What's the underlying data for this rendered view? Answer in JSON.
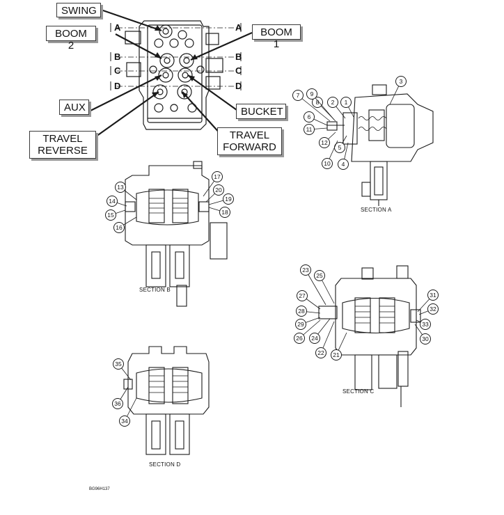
{
  "callouts": {
    "swing": "SWING",
    "boom2": "BOOM 2",
    "boom1": "BOOM 1",
    "aux": "AUX",
    "bucket": "BUCKET",
    "travel_reverse": [
      "TRAVEL",
      "REVERSE"
    ],
    "travel_forward": [
      "TRAVEL",
      "FORWARD"
    ]
  },
  "section_markers": [
    "A",
    "B",
    "C",
    "D"
  ],
  "sections": {
    "a": "SECTION A",
    "b": "SECTION B",
    "c": "SECTION C",
    "d": "SECTION D"
  },
  "part_numbers": {
    "section_a": [
      "1",
      "2",
      "3",
      "4",
      "5",
      "6",
      "7",
      "8",
      "9",
      "10",
      "11",
      "12"
    ],
    "section_b": [
      "13",
      "14",
      "15",
      "16",
      "17",
      "18",
      "19",
      "20"
    ],
    "section_c": [
      "21",
      "22",
      "23",
      "24",
      "25",
      "26",
      "27",
      "28",
      "29",
      "30",
      "31",
      "32",
      "33"
    ],
    "section_d": [
      "34",
      "35",
      "36"
    ]
  },
  "figure_code": "BG96H137",
  "colors": {
    "line": "#1a1a1a",
    "callout_border": "#3a3a3a",
    "shadow": "#9a9a9a"
  }
}
